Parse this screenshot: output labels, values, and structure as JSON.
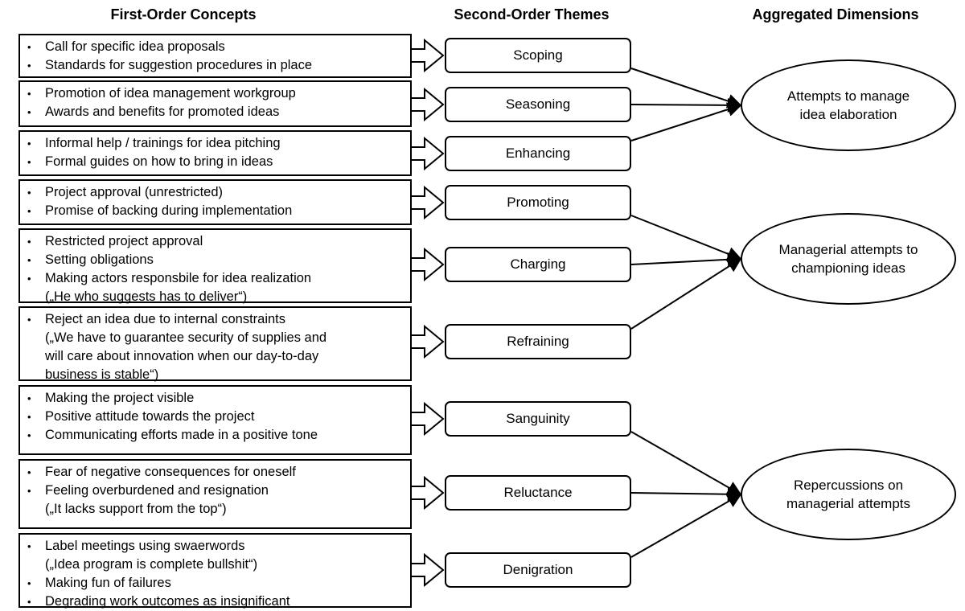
{
  "headers": {
    "first_order": "First-Order Concepts",
    "second_order": "Second-Order Themes",
    "aggregated": "Aggregated Dimensions"
  },
  "concepts": [
    {
      "lines": [
        {
          "t": "Call for specific idea proposals",
          "b": true
        },
        {
          "t": "Standards for suggestion procedures in place",
          "b": true
        }
      ]
    },
    {
      "lines": [
        {
          "t": "Promotion of idea management workgroup",
          "b": true
        },
        {
          "t": "Awards and benefits for promoted ideas",
          "b": true
        }
      ]
    },
    {
      "lines": [
        {
          "t": "Informal help / trainings for idea pitching",
          "b": true
        },
        {
          "t": "Formal guides on how to bring in ideas",
          "b": true
        }
      ]
    },
    {
      "lines": [
        {
          "t": "Project approval (unrestricted)",
          "b": true
        },
        {
          "t": "Promise of backing during implementation",
          "b": true
        }
      ]
    },
    {
      "lines": [
        {
          "t": "Restricted project approval",
          "b": true
        },
        {
          "t": "Setting obligations",
          "b": true
        },
        {
          "t": "Making actors responsbile for idea realization",
          "b": true
        },
        {
          "t": "(„He who suggests has to deliver“)",
          "b": false
        }
      ]
    },
    {
      "lines": [
        {
          "t": "Reject an idea due to internal constraints",
          "b": true
        },
        {
          "t": "(„We have to  guarantee security of supplies and",
          "b": false
        },
        {
          "t": "will care about innovation when our day-to-day",
          "b": false
        },
        {
          "t": "business is stable“)",
          "b": false
        }
      ]
    },
    {
      "lines": [
        {
          "t": "Making the project visible",
          "b": true
        },
        {
          "t": "Positive attitude towards the project",
          "b": true
        },
        {
          "t": "Communicating efforts made in a positive tone",
          "b": true
        }
      ]
    },
    {
      "lines": [
        {
          "t": "Fear of negative consequences for oneself",
          "b": true
        },
        {
          "t": "Feeling overburdened and resignation",
          "b": true
        },
        {
          "t": "(„It lacks support from the top“)",
          "b": false
        }
      ]
    },
    {
      "lines": [
        {
          "t": "Label meetings using swaerwords",
          "b": true
        },
        {
          "t": "(„Idea program is complete bullshit“)",
          "b": false
        },
        {
          "t": "Making fun of failures",
          "b": true
        },
        {
          "t": "Degrading work outcomes as insignificant",
          "b": true
        }
      ]
    }
  ],
  "themes": [
    "Scoping",
    "Seasoning",
    "Enhancing",
    "Promoting",
    "Charging",
    "Refraining",
    "Sanguinity",
    "Reluctance",
    "Denigration"
  ],
  "dimensions": [
    "Attempts to manage idea elaboration",
    "Managerial attempts to championing ideas",
    "Repercussions on managerial attempts"
  ]
}
